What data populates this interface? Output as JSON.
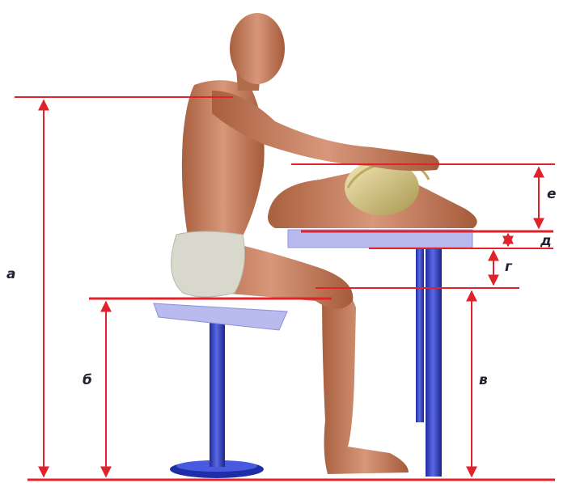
{
  "labels": {
    "a": "а",
    "b": "б",
    "v": "в",
    "g": "г",
    "d": "д",
    "e": "е"
  },
  "colors": {
    "measure_line": "#e0222a",
    "furniture_top": "#b7b9ee",
    "pole": "#3242c8",
    "skin": "#c98662",
    "shorts": "#d8d8cc",
    "hair": "#d9c98a"
  }
}
